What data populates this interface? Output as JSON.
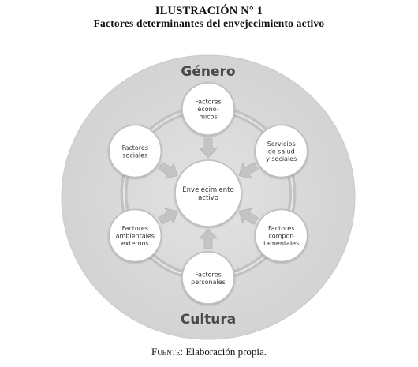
{
  "header": {
    "title": "ILUSTRACIÓN N° 1",
    "subtitle": "Factores determinantes del envejecimiento activo"
  },
  "diagram": {
    "outer_top_label": "Género",
    "outer_bottom_label": "Cultura",
    "center": {
      "lines": [
        "Envejecimiento",
        "activo"
      ]
    },
    "factors": [
      {
        "id": "economicos",
        "lines": [
          "Factores",
          "econó-",
          "micos"
        ]
      },
      {
        "id": "servicios",
        "lines": [
          "Servicios",
          "de salud",
          "y sociales"
        ]
      },
      {
        "id": "comportamentales",
        "lines": [
          "Factores",
          "compor-",
          "tamentales"
        ]
      },
      {
        "id": "personales",
        "lines": [
          "Factores",
          "personales"
        ]
      },
      {
        "id": "ambientales",
        "lines": [
          "Factores",
          "ambientales",
          "externos"
        ]
      },
      {
        "id": "sociales",
        "lines": [
          "Factores",
          "sociales"
        ]
      }
    ],
    "colors": {
      "outer_disc": "#d9d9d9",
      "ring": "#c2c2c2",
      "node_fill": "#ffffff",
      "node_stroke": "#bdbdbd",
      "arrow": "#c4c4c4",
      "label_text": "#4a4a4a",
      "node_text": "#333333"
    }
  },
  "footer": {
    "source_label": "Fuente",
    "source_text": ": Elaboración propia."
  }
}
